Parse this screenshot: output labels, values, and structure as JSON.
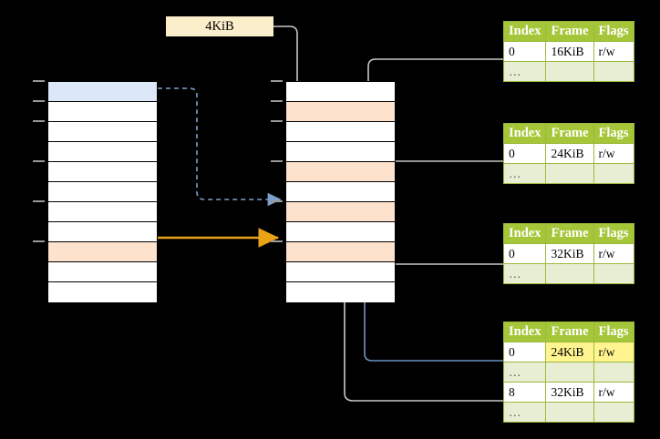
{
  "diagram": {
    "title_badge": {
      "label": "4KiB"
    },
    "virtual_column": {
      "name": "virtual-address-column",
      "rows": [
        {
          "fill": "blue",
          "tick": true
        },
        {
          "fill": "white",
          "tick": true
        },
        {
          "fill": "white",
          "tick": true
        },
        {
          "fill": "white",
          "tick": false
        },
        {
          "fill": "white",
          "tick": true
        },
        {
          "fill": "white",
          "tick": false
        },
        {
          "fill": "white",
          "tick": true
        },
        {
          "fill": "white",
          "tick": false
        },
        {
          "fill": "orange",
          "tick": true
        },
        {
          "fill": "white",
          "tick": false
        },
        {
          "fill": "white",
          "tick": false
        }
      ]
    },
    "physical_column": {
      "name": "physical-memory-column",
      "rows": [
        {
          "fill": "white",
          "tick": true
        },
        {
          "fill": "orange",
          "tick": true
        },
        {
          "fill": "white",
          "tick": true
        },
        {
          "fill": "white",
          "tick": false
        },
        {
          "fill": "orange",
          "tick": true
        },
        {
          "fill": "white",
          "tick": false
        },
        {
          "fill": "orange",
          "tick": true
        },
        {
          "fill": "white",
          "tick": false
        },
        {
          "fill": "orange",
          "tick": true
        },
        {
          "fill": "white",
          "tick": false
        },
        {
          "fill": "white",
          "tick": false
        }
      ]
    },
    "tables": [
      {
        "name": "page-table-1",
        "headers": [
          "Index",
          "Frame",
          "Flags"
        ],
        "rows": [
          {
            "cells": [
              "0",
              "16KiB",
              "r/w"
            ],
            "style": "normal",
            "highlight": []
          },
          {
            "cells": [
              "…",
              "",
              ""
            ],
            "style": "alt",
            "highlight": []
          }
        ]
      },
      {
        "name": "page-table-2",
        "headers": [
          "Index",
          "Frame",
          "Flags"
        ],
        "rows": [
          {
            "cells": [
              "0",
              "24KiB",
              "r/w"
            ],
            "style": "normal",
            "highlight": []
          },
          {
            "cells": [
              "…",
              "",
              ""
            ],
            "style": "alt",
            "highlight": []
          }
        ]
      },
      {
        "name": "page-table-3",
        "headers": [
          "Index",
          "Frame",
          "Flags"
        ],
        "rows": [
          {
            "cells": [
              "0",
              "32KiB",
              "r/w"
            ],
            "style": "normal",
            "highlight": []
          },
          {
            "cells": [
              "…",
              "",
              ""
            ],
            "style": "alt",
            "highlight": []
          }
        ]
      },
      {
        "name": "page-table-4",
        "headers": [
          "Index",
          "Frame",
          "Flags"
        ],
        "rows": [
          {
            "cells": [
              "0",
              "24KiB",
              "r/w"
            ],
            "style": "normal",
            "highlight": [
              1,
              2
            ]
          },
          {
            "cells": [
              "…",
              "",
              ""
            ],
            "style": "alt",
            "highlight": []
          },
          {
            "cells": [
              "8",
              "32KiB",
              "r/w"
            ],
            "style": "normal",
            "highlight": []
          },
          {
            "cells": [
              "…",
              "",
              ""
            ],
            "style": "alt",
            "highlight": []
          }
        ]
      }
    ],
    "colors": {
      "header_green": "#a6c639",
      "alt_row": "#e8eed4",
      "highlight_yellow": "#fff48f",
      "blue_cell": "#dce8f8",
      "orange_cell": "#fde2cd",
      "badge_cream": "#fbeecb",
      "wire_gray": "#c8c8c8",
      "wire_blue": "#6e92c4",
      "wire_orange": "#e8a317"
    }
  }
}
